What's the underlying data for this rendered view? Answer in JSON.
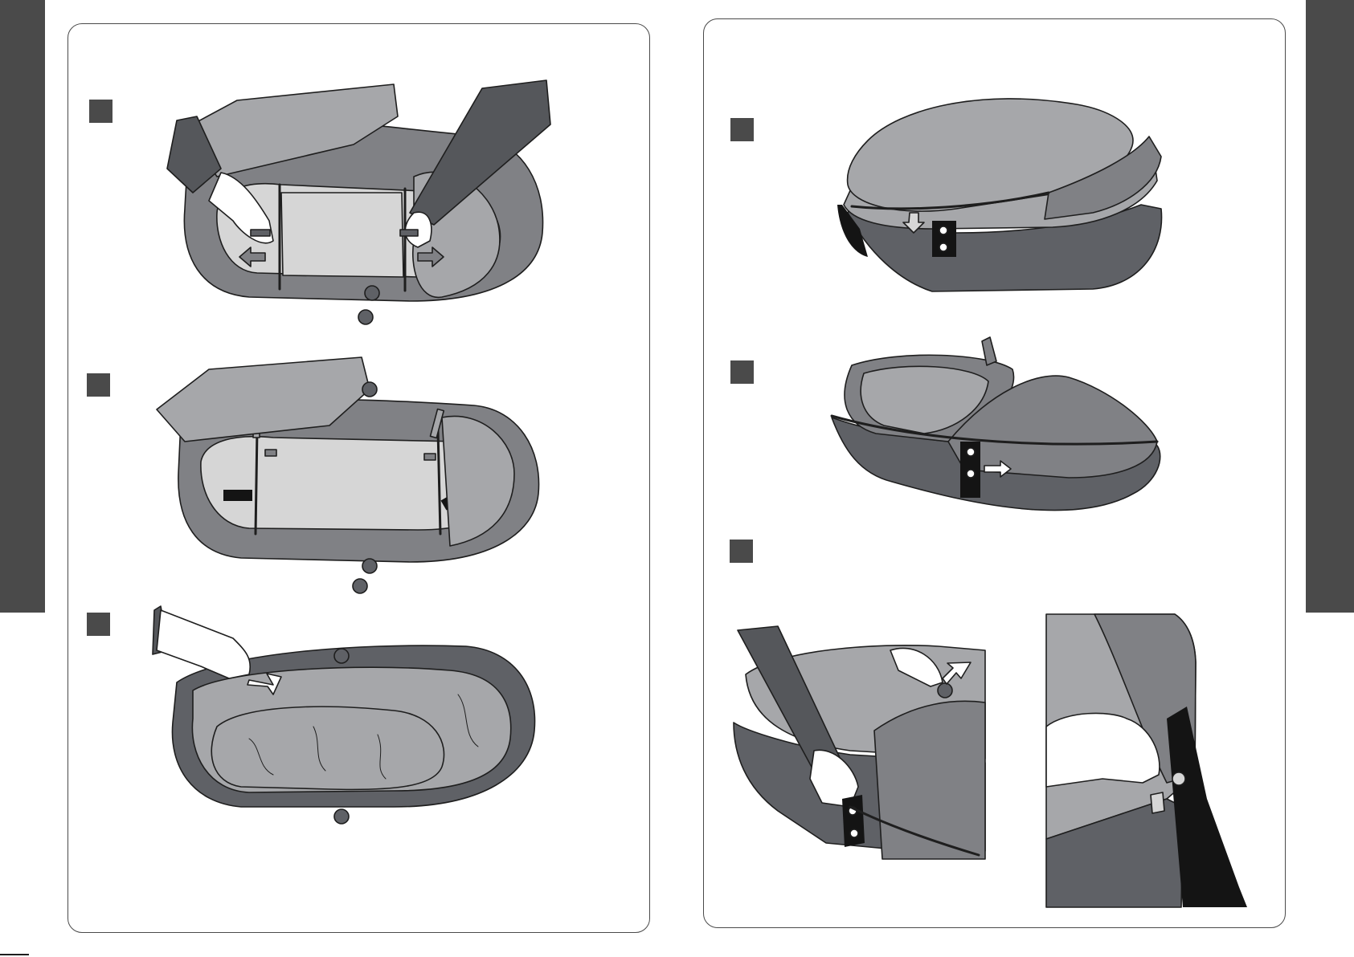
{
  "colors": {
    "side_tab": "#4a4a4a",
    "panel_border": "#4a4a4a",
    "step_marker": "#4a4a4a",
    "outline": "#1e1e1e",
    "fabric_dark": "#5f6166",
    "fabric_mid": "#808185",
    "fabric_light": "#a6a7aa",
    "pale": "#d6d6d6",
    "sleeve": "#55575b",
    "buckle": "#141414"
  },
  "icons": {
    "arrow": "arrow-icon"
  },
  "left_page": {
    "steps": [
      {
        "illustration": "bassinet-base-board-fitting"
      },
      {
        "illustration": "bassinet-board-fitted"
      },
      {
        "illustration": "bassinet-zipping-liner"
      }
    ]
  },
  "right_page": {
    "steps": [
      {
        "illustration": "carrycot-attach-apron"
      },
      {
        "illustration": "carrycot-zip-apron"
      },
      {
        "illustration": "carrycot-hood-and-button-details"
      }
    ]
  }
}
